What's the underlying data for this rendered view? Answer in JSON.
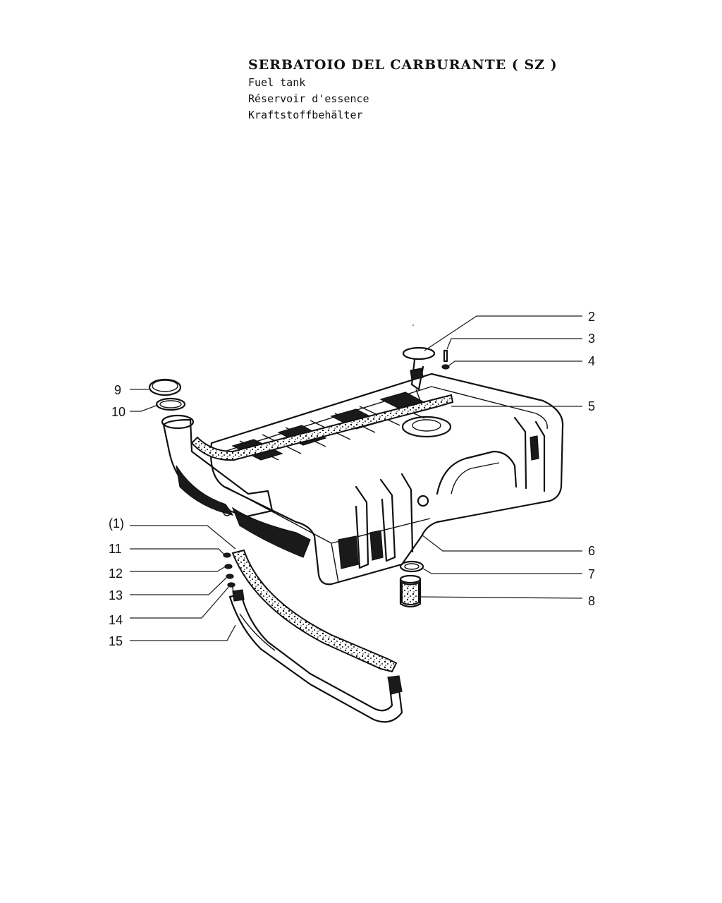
{
  "header": {
    "title": "SERBATOIO DEL CARBURANTE ( SZ )",
    "subtitles": [
      "Fuel tank",
      "Réservoir d'essence",
      "Kraftstoffbehälter"
    ]
  },
  "callouts": [
    {
      "id": "part-2",
      "text": "2"
    },
    {
      "id": "part-3",
      "text": "3"
    },
    {
      "id": "part-4",
      "text": "4"
    },
    {
      "id": "part-5",
      "text": "5"
    },
    {
      "id": "part-6",
      "text": "6"
    },
    {
      "id": "part-7",
      "text": "7"
    },
    {
      "id": "part-8",
      "text": "8"
    },
    {
      "id": "part-9",
      "text": "9"
    },
    {
      "id": "part-10",
      "text": "10"
    },
    {
      "id": "part-1",
      "text": "(1)"
    },
    {
      "id": "part-11",
      "text": "11"
    },
    {
      "id": "part-12",
      "text": "12"
    },
    {
      "id": "part-13",
      "text": "13"
    },
    {
      "id": "part-14",
      "text": "14"
    },
    {
      "id": "part-15",
      "text": "15"
    }
  ]
}
